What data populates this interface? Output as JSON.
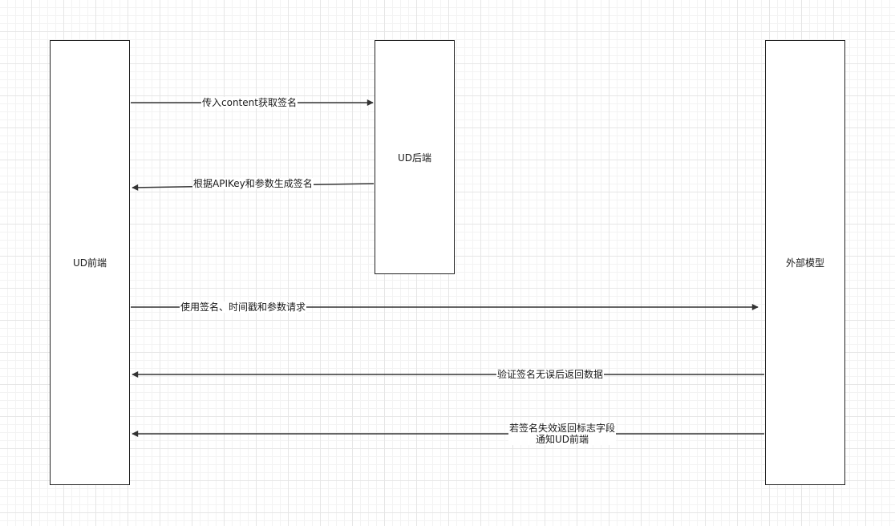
{
  "participants": {
    "frontend": "UD前端",
    "backend": "UD后端",
    "external": "外部模型"
  },
  "messages": {
    "m1": "传入content获取签名",
    "m2": "根据APIKey和参数生成签名",
    "m3": "使用签名、时间戳和参数请求",
    "m4": "验证签名无误后返回数据",
    "m5_line1": "若签名失效返回标志字段",
    "m5_line2": "通知UD前端"
  },
  "colors": {
    "line": "#333333",
    "grid": "#e6e6e6"
  }
}
